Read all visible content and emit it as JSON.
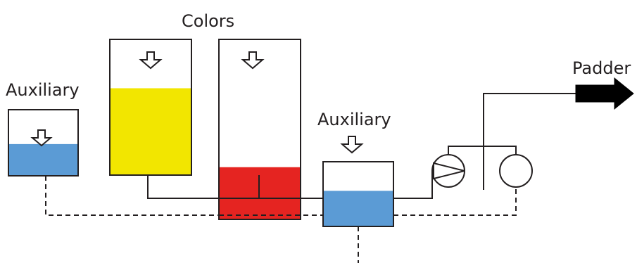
{
  "labels": {
    "colors": "Colors",
    "auxiliary_left": "Auxiliary",
    "auxiliary_right": "Auxiliary",
    "padder": "Padder"
  },
  "colors": {
    "line": "#231f20",
    "blue_liquid": "#5b9bd5",
    "yellow_liquid": "#f2e600",
    "red_liquid": "#e52421",
    "background": "#ffffff"
  },
  "levels": {
    "auxiliary_left_tank_fill": 0.48,
    "color_tank_yellow_fill": 0.64,
    "color_tank_red_fill": 0.29,
    "auxiliary_mixing_tank_fill": 0.55
  }
}
